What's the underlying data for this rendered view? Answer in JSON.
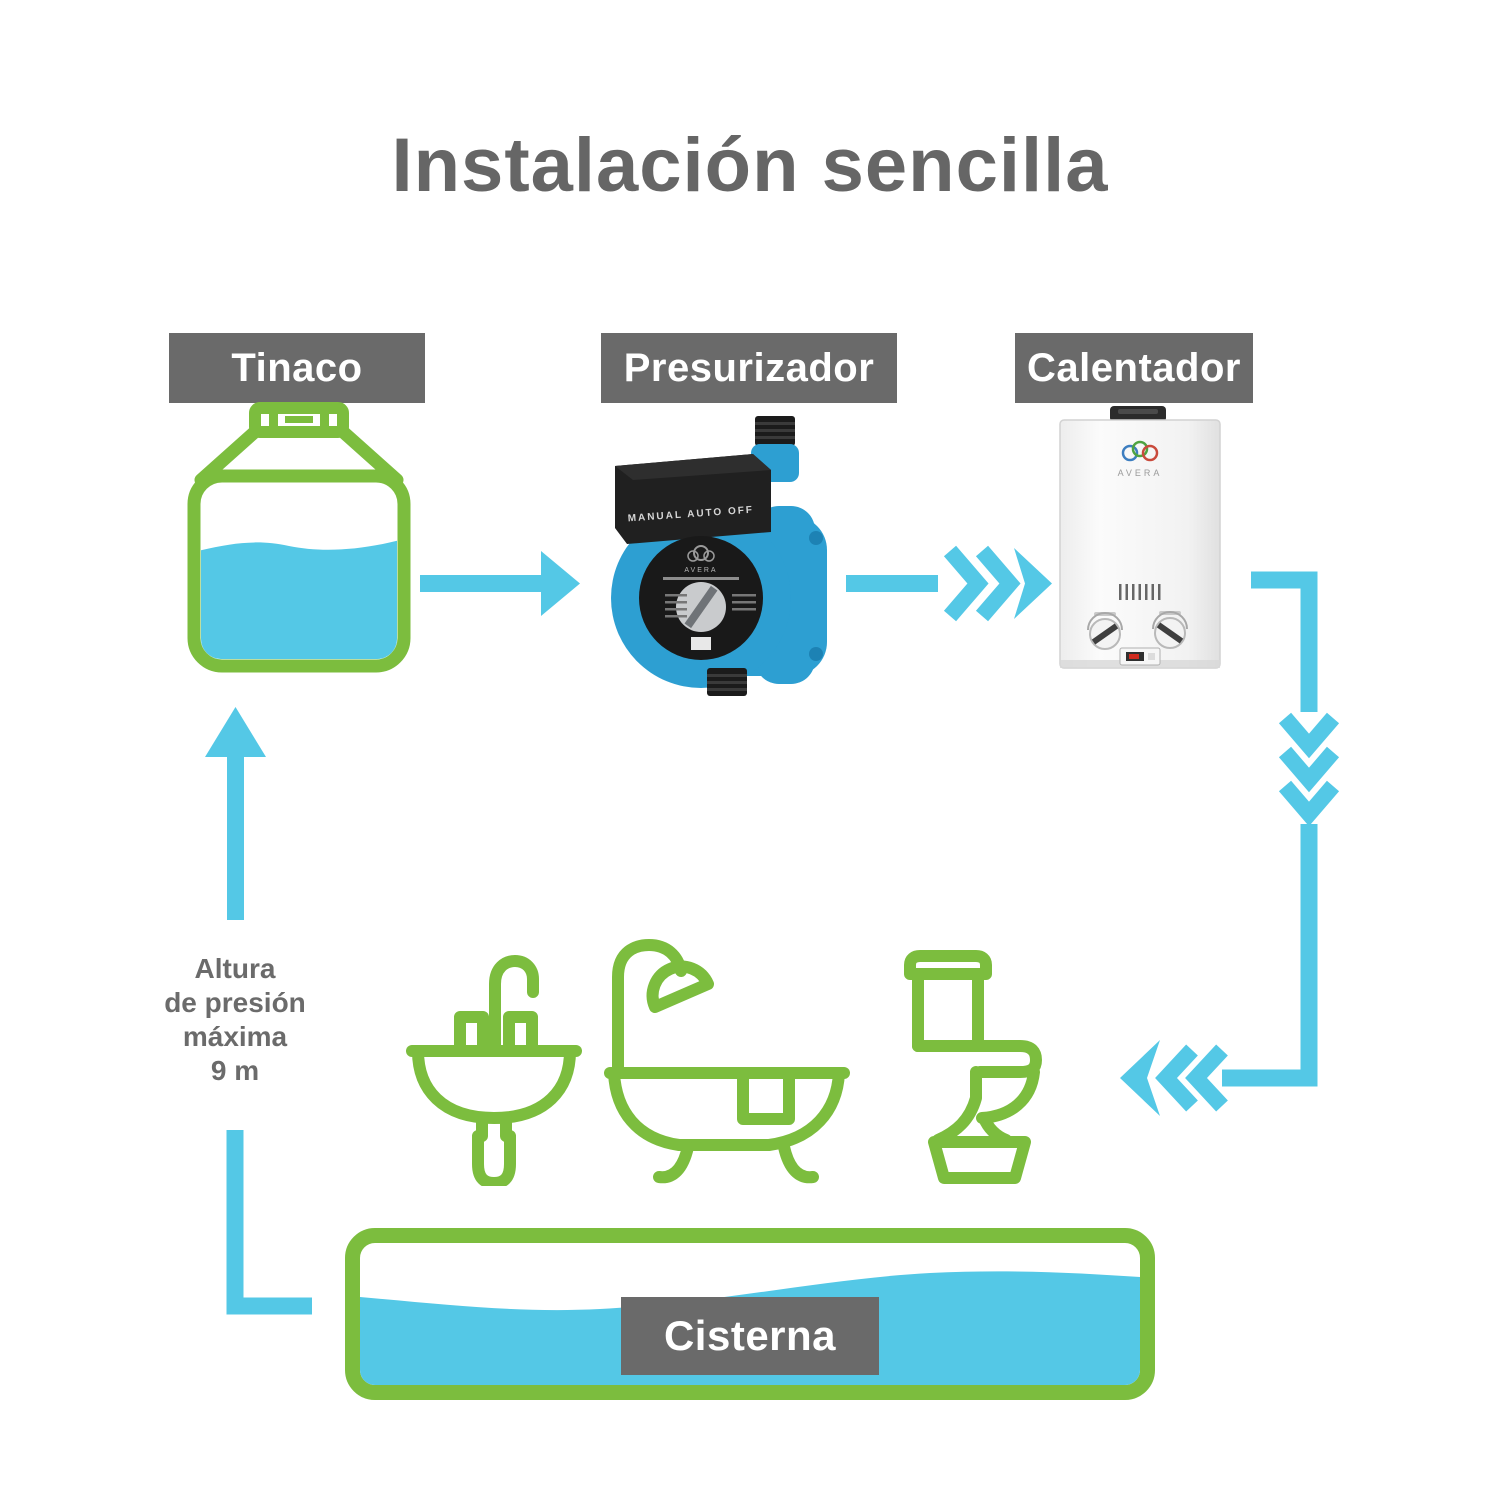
{
  "title": "Instalación sencilla",
  "labels": {
    "tank": "Tinaco",
    "pump": "Presurizador",
    "heater": "Calentador",
    "cistern": "Cisterna"
  },
  "annotation": {
    "lines": [
      "Altura",
      "de presión",
      "máxima",
      "9 m"
    ]
  },
  "pump": {
    "switch_labels": "MANUAL AUTO OFF",
    "brand": "AVERA"
  },
  "heater": {
    "brand": "AVERA"
  },
  "fixtures": [
    "sink-icon",
    "bathtub-icon",
    "toilet-icon"
  ],
  "colors": {
    "cyan": "#54c8e6",
    "green": "#7cbd3e",
    "label-gray": "#6a6a6a",
    "title-gray": "#666666",
    "text-gray": "#6b6b6b",
    "pump-blue": "#2d9fd2"
  }
}
